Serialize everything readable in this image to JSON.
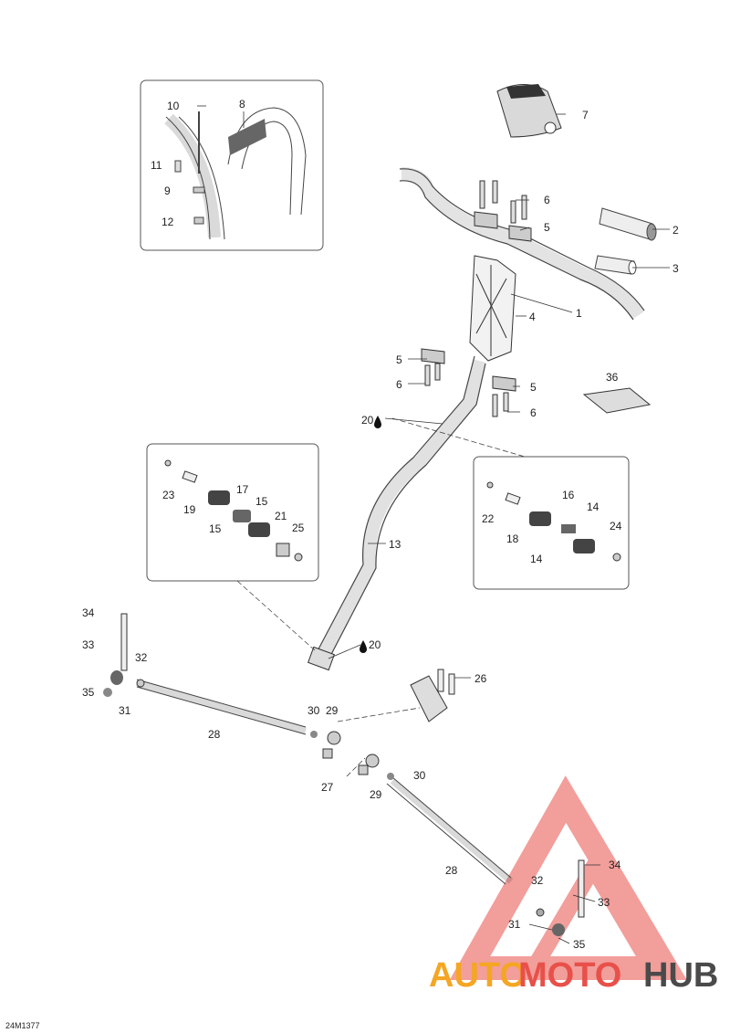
{
  "diagram_code": "24M1377",
  "watermark": {
    "part1": "AUTO",
    "part2": "MOTO",
    "part3": "HUB",
    "color1": "#f5a623",
    "color2": "#e8504a",
    "color3": "#4a4a4a"
  },
  "callouts": {
    "c1": "1",
    "c2": "2",
    "c3": "3",
    "c4": "4",
    "c5a": "5",
    "c5b": "5",
    "c5c": "5",
    "c6a": "6",
    "c6b": "6",
    "c6c": "6",
    "c7": "7",
    "c8": "8",
    "c9": "9",
    "c10": "10",
    "c11": "11",
    "c12": "12",
    "c13": "13",
    "c14a": "14",
    "c14b": "14",
    "c15a": "15",
    "c15b": "15",
    "c16": "16",
    "c17": "17",
    "c18": "18",
    "c19": "19",
    "c20a": "20",
    "c20b": "20",
    "c21": "21",
    "c22": "22",
    "c23": "23",
    "c24": "24",
    "c25": "25",
    "c26": "26",
    "c27": "27",
    "c28a": "28",
    "c28b": "28",
    "c29a": "29",
    "c29b": "29",
    "c30a": "30",
    "c30b": "30",
    "c31a": "31",
    "c31b": "31",
    "c32a": "32",
    "c32b": "32",
    "c33a": "33",
    "c33b": "33",
    "c34a": "34",
    "c34b": "34",
    "c35a": "35",
    "c35b": "35",
    "c36": "36"
  }
}
